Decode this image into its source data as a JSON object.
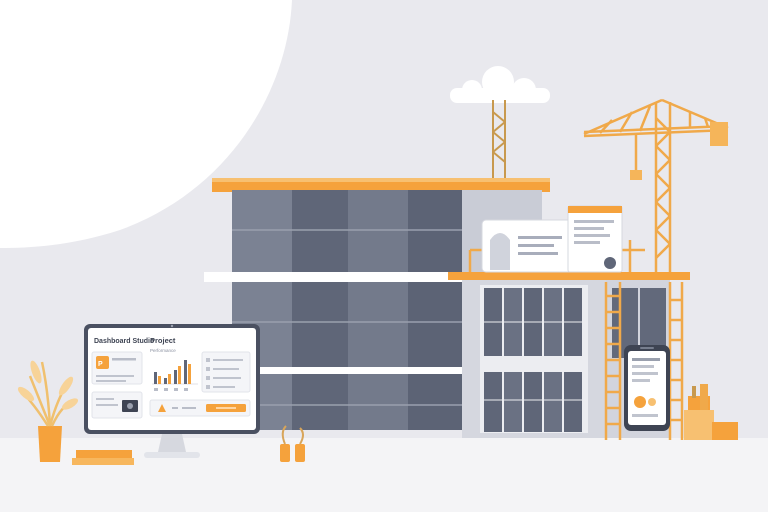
{
  "monitor": {
    "brand_text": "Dashboard Studio",
    "panel_title": "Project",
    "panel_subtitle": "Performance"
  },
  "colors": {
    "background": "#e9e9ee",
    "white_blob": "#ffffff",
    "accent_orange": "#f5a23c",
    "building_dark": "#5f6678",
    "building_mid": "#747b8c",
    "building_light": "#c9ccd6",
    "floor": "#f4f4f6"
  }
}
